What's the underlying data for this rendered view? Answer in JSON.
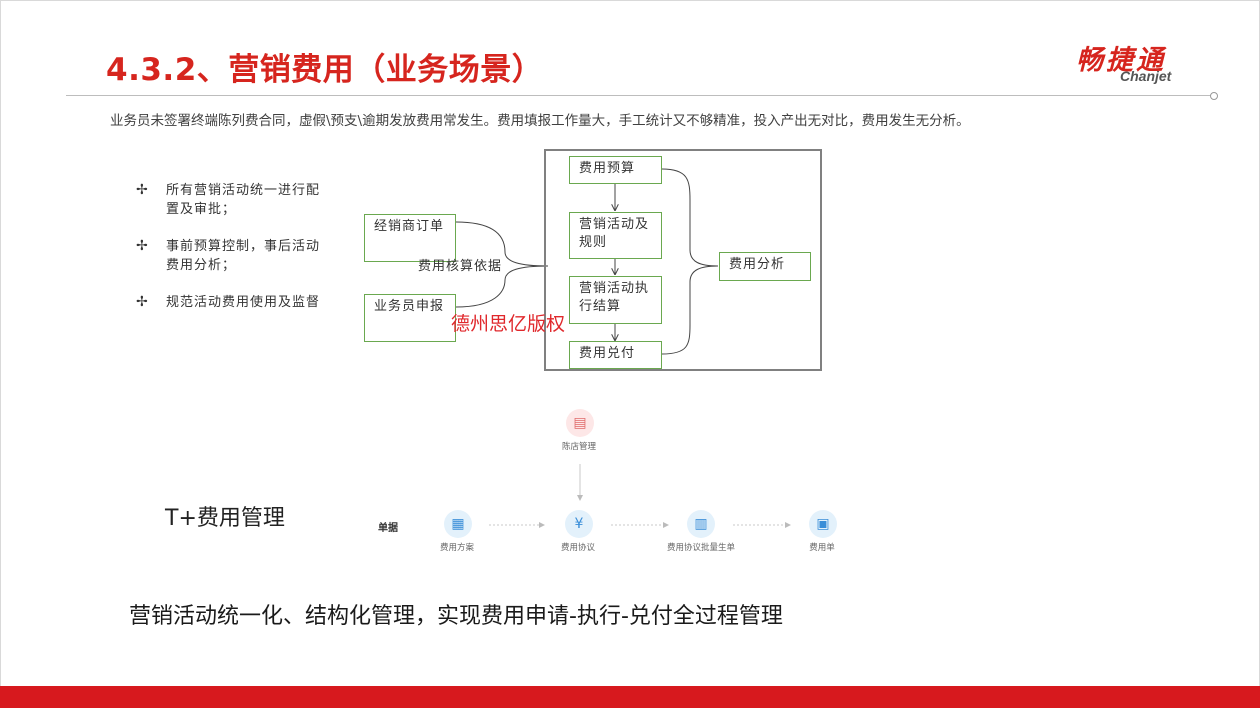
{
  "header": {
    "title": "4.3.2、营销费用（业务场景）",
    "logo_cn": "畅捷通",
    "logo_en": "Chanjet"
  },
  "intro": "业务员未签署终端陈列费合同，虚假\\预支\\逾期发放费用常发生。费用填报工作量大，手工统计又不够精准，投入产出无对比，费用发生无分析。",
  "bullets": [
    {
      "mark": "✢",
      "text": "所有营销活动统一进行配置及审批；"
    },
    {
      "mark": "✢",
      "text": "事前预算控制，事后活动费用分析；"
    },
    {
      "mark": "✢",
      "text": "规范活动费用使用及监督"
    }
  ],
  "flowchart": {
    "dealer_order": "经销商订单",
    "salesman_report": "业务员申报",
    "edge_label": "费用核算依据",
    "budget": "费用预算",
    "activity_rules": "营销活动及规则",
    "activity_settle": "营销活动执行结算",
    "payout": "费用兑付",
    "analysis": "费用分析"
  },
  "watermark": "德州思亿版权",
  "tplus_label": "T+费用管理",
  "process": {
    "top_node": "陈店管理",
    "row_label": "单据",
    "steps": [
      "费用方案",
      "费用协议",
      "费用协议批量生单",
      "费用单"
    ]
  },
  "summary": "营销活动统一化、结构化管理，实现费用申请-执行-兑付全过程管理",
  "colors": {
    "title_red": "#d6251e",
    "bottom_bar": "#d7191e",
    "node_border": "#6aa84f",
    "frame_border": "#808080",
    "watermark_red": "#e0282c",
    "icon_blue": "#3a8ed8"
  }
}
